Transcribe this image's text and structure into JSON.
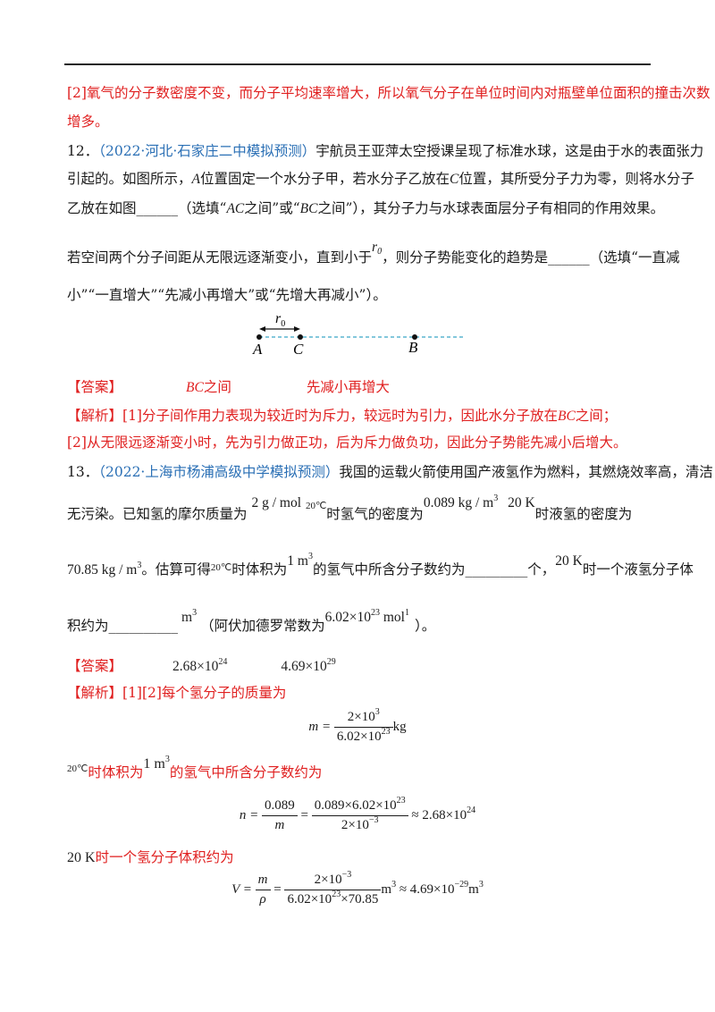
{
  "prev_analysis": {
    "line1": "[2]氧气的分子数密度不变，而分子平均速率增大，所以氧气分子在单位时间内对瓶壁单位面积的撞击次数",
    "line2": "增多。"
  },
  "q12": {
    "number": "12．",
    "source": "（2022·河北·石家庄二中模拟预测）",
    "line1_rest": "宇航员王亚萍太空授课呈现了标准水球，这是由于水的表面张力",
    "line2_pre": "引起的。如图所示，",
    "line2_A": "A",
    "line2_mid1": "位置固定一个水分子甲，若水分子乙放在",
    "line2_C": "C",
    "line2_mid2": "位置，其所受分子力为零，则将水分子",
    "line3_pre": "乙放在如图",
    "line3_blank": "______",
    "line3_mid": "（选填“",
    "line3_AC": "AC",
    "line3_mid2": "之间”或“",
    "line3_BC": "BC",
    "line3_post": "之间”），其分子力与水球表面层分子有相同的作用效果。",
    "line4_pre": "若空间两个分子间距从无限远逐渐变小，直到小于",
    "r0": "r",
    "r0_sub": "0",
    "line4_post": "，则分子势能变化的趋势是",
    "line4_blank": "______",
    "line4_tail": "（选填“一直减",
    "line5": "小”“一直增大”“先减小再增大”或“先增大再减小”）。",
    "figure": {
      "label_A": "A",
      "label_C": "C",
      "label_B": "B",
      "label_r": "r",
      "label_r_sub": "0",
      "dashed_color": "#3aa6c7"
    },
    "answer_tag": "【答案】",
    "answer1_it": "BC",
    "answer1": "之间",
    "answer2": "先减小再增大",
    "analysis_tag": "【解析】",
    "analysis1_pre": "[1]分子间作用力表现为较近时为斥力，较远时为引力，因此水分子放在",
    "analysis1_BC": "BC",
    "analysis1_post": "之间；",
    "analysis2": "[2]从无限远逐渐变小时，先为引力做正功，后为斥力做负功，因此分子势能先减小后增大。"
  },
  "q13": {
    "number": "13．",
    "source": "（2022·上海市杨浦高级中学模拟预测）",
    "line1_rest": "我国的运载火箭使用国产液氢作为燃料，其燃烧效率高，清洁",
    "line2_a": "无污染。已知氢的摩尔质量为",
    "molar": "2 g / mol",
    "temp20": "20℃",
    "line2_b": "时氢气的密度为",
    "rho_gas": "0.089 kg / m",
    "rho_gas_sup": "3",
    "K20": "20 K",
    "line2_c": "时液氢的密度为",
    "rho_liq": "70.85 kg / m",
    "rho_liq_sup": "3",
    "line3_a": "。估算可得",
    "line3_b": "时体积为",
    "vol": "1 m",
    "vol_sup": "3",
    "line3_c": "的氢气中所含分子数约为",
    "blank1": "_________",
    "line3_d": "个，",
    "line3_e": "时一个液氢分子体",
    "line4_a": "积约为",
    "blank2": "__________",
    "unit_m3": "m",
    "unit_m3_sup": "3",
    "line4_b": "（阿伏加德罗常数为",
    "NA": "6.02×10",
    "NA_sup": "23",
    "NA_unit": "mol",
    "NA_unit_sup": "1",
    "line4_c": "）。",
    "answer_tag": "【答案】",
    "ans1": "2.68×10",
    "ans1_sup": "24",
    "ans2": "4.69×10",
    "ans2_sup": "29",
    "analysis_tag": "【解析】",
    "analysis1": "[1][2]每个氢分子的质量为",
    "eq1_lhs": "m =",
    "eq1_num": "2×10",
    "eq1_num_sup": "3",
    "eq1_den": "6.02×10",
    "eq1_den_sup": "23",
    "eq1_unit": "kg",
    "line_b_temp": "20℃",
    "line_b_text1": "时体积为",
    "line_b_vol": "1 m",
    "line_b_vol_sup": "3",
    "line_b_text2": "的氢气中所含分子数约为",
    "eq2_lhs": "n =",
    "eq2_f1_num": "0.089",
    "eq2_f1_den": "m",
    "eq2_eq": "=",
    "eq2_f2_num": "0.089×6.02×10",
    "eq2_f2_num_sup": "23",
    "eq2_f2_den": "2×10",
    "eq2_f2_den_sup": "−3",
    "eq2_result": "≈ 2.68×10",
    "eq2_result_sup": "24",
    "line_c_K": "20 K",
    "line_c_text": "时一个氢分子体积约为",
    "eq3_lhs": "V =",
    "eq3_f1_num": "m",
    "eq3_f1_den": "ρ",
    "eq3_eq": "=",
    "eq3_f2_num": "2×10",
    "eq3_f2_num_sup": "−3",
    "eq3_f2_den": "6.02×10",
    "eq3_f2_den_sup": "23",
    "eq3_f2_den2": "×70.85",
    "eq3_unit": "m",
    "eq3_unit_sup": "3",
    "eq3_result": "≈ 4.69×10",
    "eq3_result_sup": "−29",
    "eq3_result_unit": "m",
    "eq3_result_unit_sup": "3"
  }
}
